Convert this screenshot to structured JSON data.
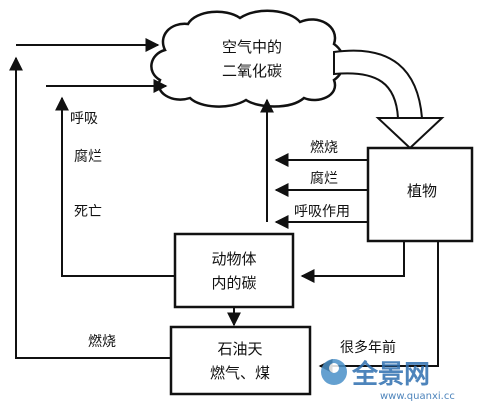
{
  "nodes": {
    "air_co2": {
      "line1": "空气中的",
      "line2": "二氧化碳"
    },
    "plant": {
      "label": "植物"
    },
    "animal_carbon": {
      "line1": "动物体",
      "line2": "内的碳"
    },
    "fossil_fuel": {
      "line1": "石油天",
      "line2": "燃气、煤"
    }
  },
  "edge_labels": {
    "respiration_left": "呼吸",
    "decay_left": "腐烂",
    "death": "死亡",
    "combustion_plant": "燃烧",
    "decay_plant": "腐烂",
    "respiration_plant": "呼吸作用",
    "combustion_fossil": "燃烧",
    "many_years": "很多年前"
  },
  "watermark": {
    "main": "全景网",
    "url": "www.quanxi.cc"
  }
}
